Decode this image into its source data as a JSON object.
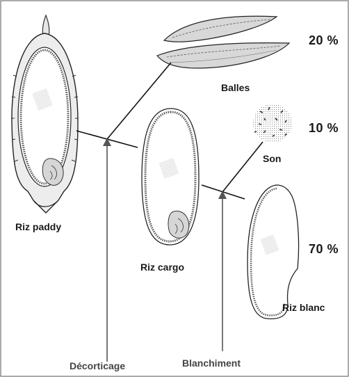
{
  "labels": {
    "balles": "Balles",
    "son": "Son",
    "riz_paddy": "Riz paddy",
    "riz_cargo": "Riz cargo",
    "riz_blanc": "Riz blanc",
    "decorticage": "Décorticage",
    "blanchiment": "Blanchiment"
  },
  "percentages": {
    "balles": "20 %",
    "son": "10 %",
    "riz_blanc": "70 %"
  }
}
